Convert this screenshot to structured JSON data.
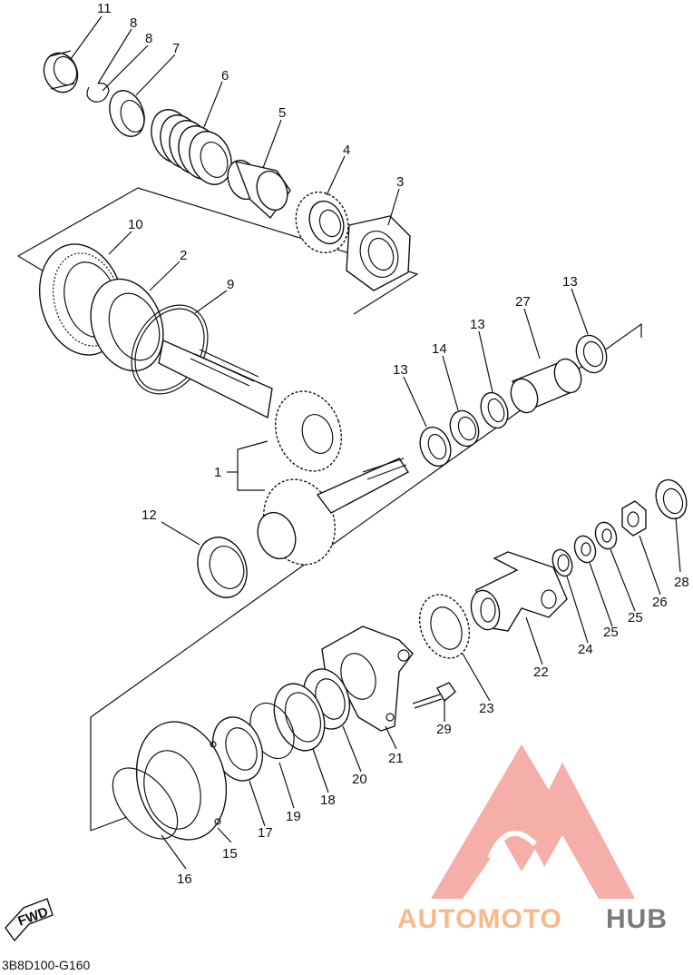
{
  "callouts": {
    "c1": "1",
    "c2": "2",
    "c3": "3",
    "c4": "4",
    "c5": "5",
    "c6": "6",
    "c7": "7",
    "c8a": "8",
    "c8b": "8",
    "c9": "9",
    "c10": "10",
    "c11": "11",
    "c12": "12",
    "c13a": "13",
    "c13b": "13",
    "c13c": "13",
    "c14": "14",
    "c15": "15",
    "c16": "16",
    "c17": "17",
    "c18": "18",
    "c19": "19",
    "c20": "20",
    "c21": "21",
    "c22": "22",
    "c23": "23",
    "c24": "24",
    "c25a": "25",
    "c25b": "25",
    "c26": "26",
    "c27": "27",
    "c28": "28",
    "c29": "29"
  },
  "fwd_label": "FWD",
  "diagram_code": "3B8D100-G160",
  "watermark": {
    "part1": "AUTOMOTO",
    "part2": "HUB",
    "color1": "#f7b98a",
    "color2": "#7a7a7a",
    "logo_color": "#f5a09b"
  }
}
